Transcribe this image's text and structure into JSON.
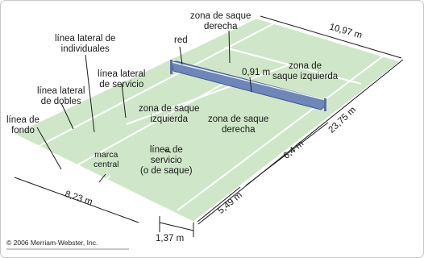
{
  "labels": {
    "zona_saque_derecha_top_1": "zona de saque",
    "zona_saque_derecha_top_2": "derecha",
    "red": "red",
    "linea_lateral_individuales_1": "línea lateral de",
    "linea_lateral_individuales_2": "individuales",
    "linea_lateral_servicio_1": "línea lateral",
    "linea_lateral_servicio_2": "de servicio",
    "linea_lateral_dobles_1": "línea lateral",
    "linea_lateral_dobles_2": "de dobles",
    "linea_fondo_1": "línea de",
    "linea_fondo_2": "fondo",
    "zona_saque_izquierda_right_1": "zona de",
    "zona_saque_izquierda_right_2": "saque izquierda",
    "zona_saque_izquierda_1": "zona de saque",
    "zona_saque_izquierda_2": "izquierda",
    "zona_saque_derecha_1": "zona de saque",
    "zona_saque_derecha_2": "derecha",
    "marca_central_1": "marca",
    "marca_central_2": "central",
    "linea_servicio_1": "línea de",
    "linea_servicio_2": "servicio",
    "linea_servicio_3": "(o de saque)"
  },
  "dimensions": {
    "d_1097": "10,97 m",
    "d_091": "0,91 m",
    "d_2375": "23,75 m",
    "d_64": "6,4 m",
    "d_549": "5,49 m",
    "d_823": "8,23 m",
    "d_137": "1,37 m"
  },
  "copyright": "© 2006 Merriam-Webster, Inc.",
  "colors": {
    "court": "#cfe7c8",
    "lines": "#ffffff",
    "net": "#6f86b8",
    "frame": "#c8c8c8"
  }
}
